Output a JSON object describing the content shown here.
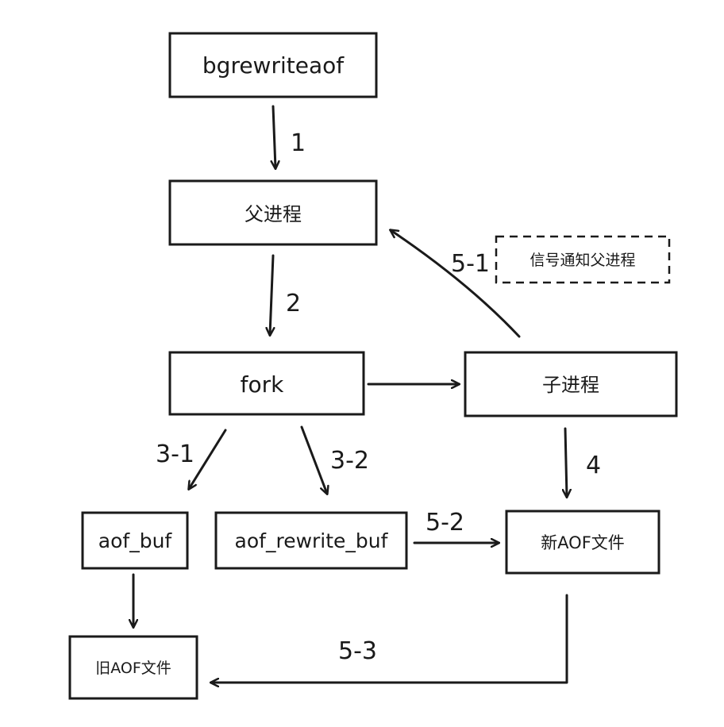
{
  "nodes": {
    "bgrewriteaof": "bgrewriteaof",
    "parent": "父进程",
    "fork": "fork",
    "child": "子进程",
    "signal": "信号通知父进程",
    "aof_buf": "aof_buf",
    "aof_rewrite_buf": "aof_rewrite_buf",
    "new_aof": "新AOF文件",
    "old_aof": "旧AOF文件"
  },
  "edges": {
    "step_1": "1",
    "step_2": "2",
    "step_3_1": "3-1",
    "step_3_2": "3-2",
    "step_4": "4",
    "step_5_1": "5-1",
    "step_5_2": "5-2",
    "step_5_3": "5-3"
  },
  "colors": {
    "stroke": "#1a1a1a",
    "background": "#ffffff"
  }
}
